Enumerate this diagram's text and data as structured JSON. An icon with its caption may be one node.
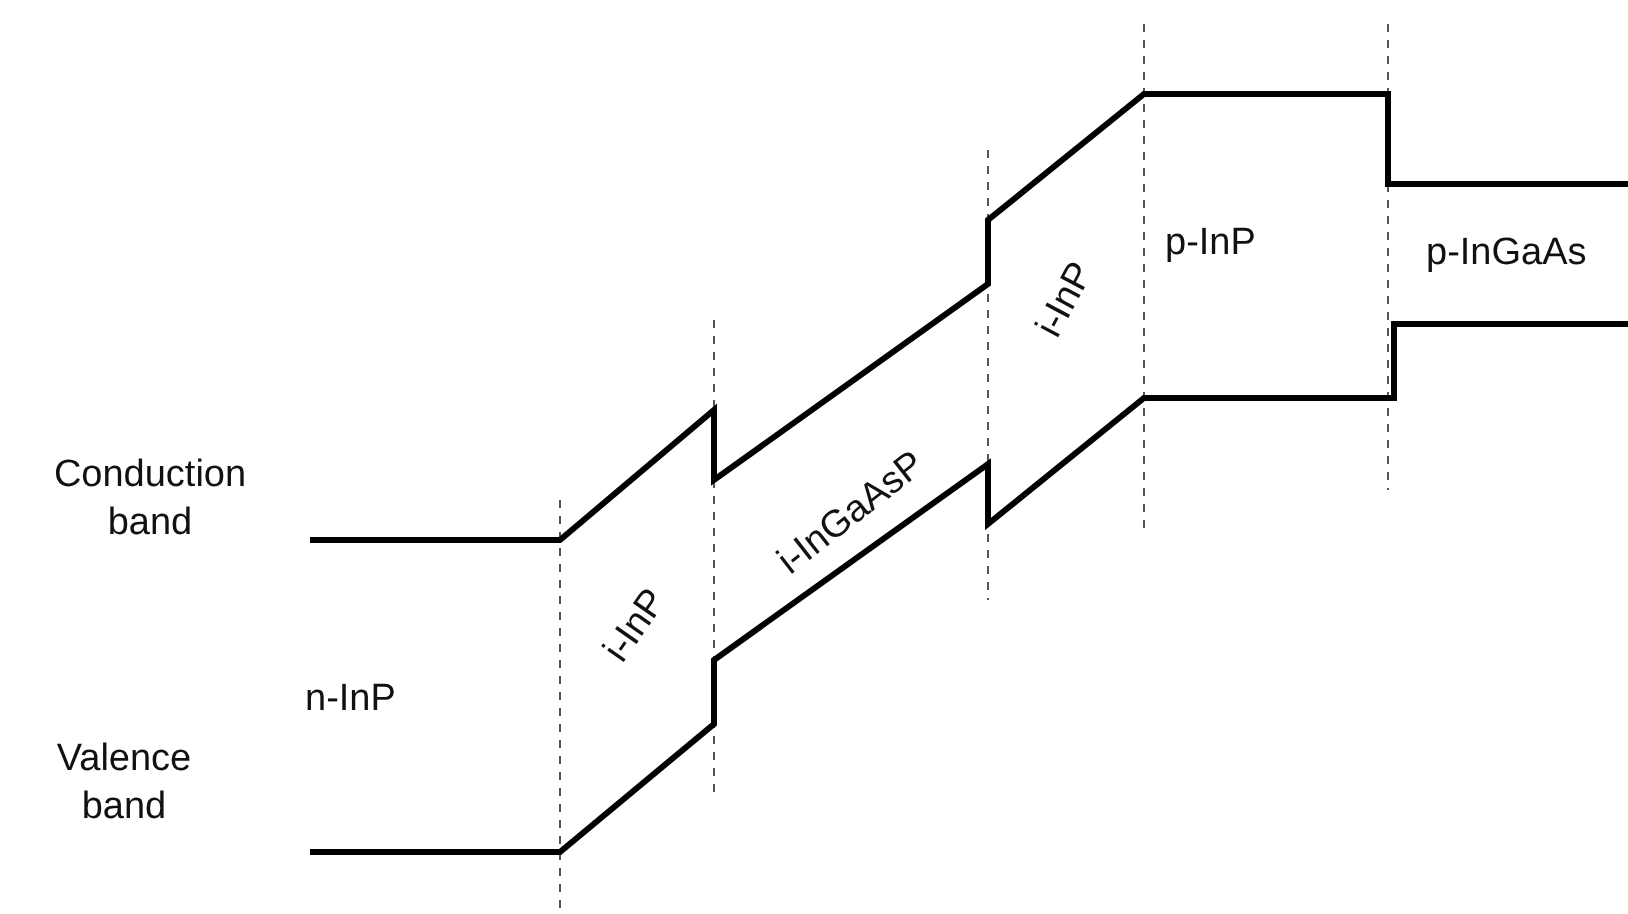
{
  "diagram": {
    "labels": [
      "Conduction band",
      "Valence band",
      "n-InP",
      "i-InP",
      "i-InGaAsP",
      "i-InP",
      "p-InP",
      "p-InGaAs"
    ]
  }
}
